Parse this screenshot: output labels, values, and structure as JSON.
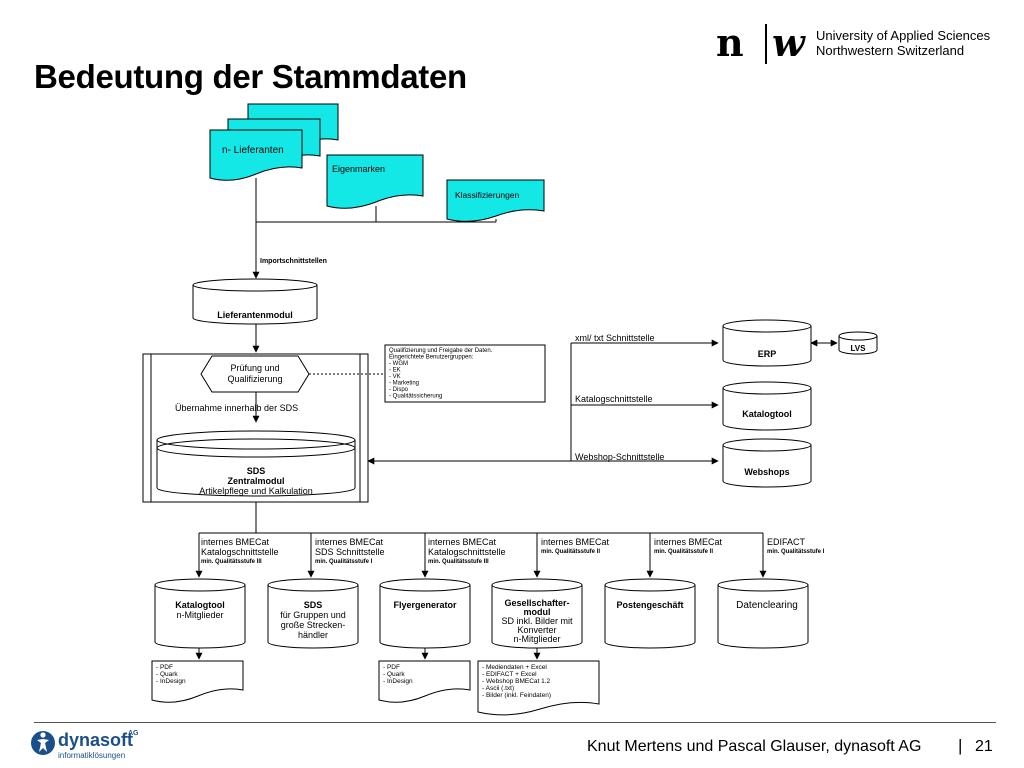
{
  "slide": {
    "title": "Bedeutung der Stammdaten",
    "footer_text": "Knut Mertens und Pascal Glauser, dynasoft AG",
    "footer_separator": "|",
    "page_number": "21"
  },
  "university": {
    "mark_n": "n",
    "mark_w": "w",
    "line1": "University of Applied Sciences",
    "line2": "Northwestern Switzerland"
  },
  "company": {
    "name": "dynasoft",
    "suffix": "AG",
    "tagline": "informatiklösungen"
  },
  "colors": {
    "doc_fill": "#14e8e6",
    "brand_blue": "#1a4f8b"
  },
  "diagram": {
    "sources": {
      "lieferanten": "n- Lieferanten",
      "eigenmarken": "Eigenmarken",
      "klassifizierungen": "Klassifizierungen"
    },
    "importschnittstellen": "Importschnittstellen",
    "lieferantenmodul": "Lieferantenmodul",
    "pruefung": [
      "Prüfung und",
      "Qualifizierung"
    ],
    "note": [
      "Qualifizierung und Freigabe der Daten.",
      "Eingerichtete Benutzergruppen:",
      "- WGM",
      "- EK",
      "- VK",
      "- Marketing",
      "- Dispo",
      "- Qualitätssicherung"
    ],
    "uebernahme": "Übernahme innerhalb der SDS",
    "sds": [
      "SDS",
      "Zentralmodul",
      "Artikelpflege und Kalkulation"
    ],
    "right_links": [
      {
        "label": "xml/ txt Schnittstelle",
        "target": "ERP"
      },
      {
        "label": "Katalogschnittstelle",
        "target": "Katalogtool"
      },
      {
        "label": "Webshop-Schnittstelle",
        "target": "Webshops"
      }
    ],
    "lvs": "LVS",
    "interfaces": [
      [
        "internes BMECat",
        "Katalogschnittstelle",
        "min. Qualitätsstufe III"
      ],
      [
        "internes BMECat",
        "SDS Schnittstelle",
        "min. Qualitätsstufe I"
      ],
      [
        "internes BMECat",
        "Katalogschnittstelle",
        "min. Qualitätsstufe III"
      ],
      [
        "internes BMECat",
        "min. Qualitätsstufe II"
      ],
      [
        "internes BMECat",
        "min. Qualitätsstufe II"
      ],
      [
        "EDIFACT",
        "min. Qualitätsstufe I"
      ]
    ],
    "modules": [
      [
        "Katalogtool",
        "n-Mitglieder"
      ],
      [
        "SDS",
        "für Gruppen und",
        "große Strecken-",
        "händler"
      ],
      [
        "Flyergenerator"
      ],
      [
        "Gesellschafter-",
        "modul",
        "SD inkl. Bilder mit",
        "Konverter",
        "n-Mitglieder"
      ],
      [
        "Postengeschäft"
      ],
      [
        "Datenclearing"
      ]
    ],
    "outputs": [
      [
        "- PDF",
        "- Quark",
        "- InDesign"
      ],
      [
        "- PDF",
        "- Quark",
        "- InDesign"
      ],
      [
        "- Mediendaten + Excel",
        "- EDIFACT + Excel",
        "- Webshop BMECat 1.2",
        "- Ascii (.txt)",
        "- Bilder (inkl. Feindaten)"
      ]
    ]
  }
}
